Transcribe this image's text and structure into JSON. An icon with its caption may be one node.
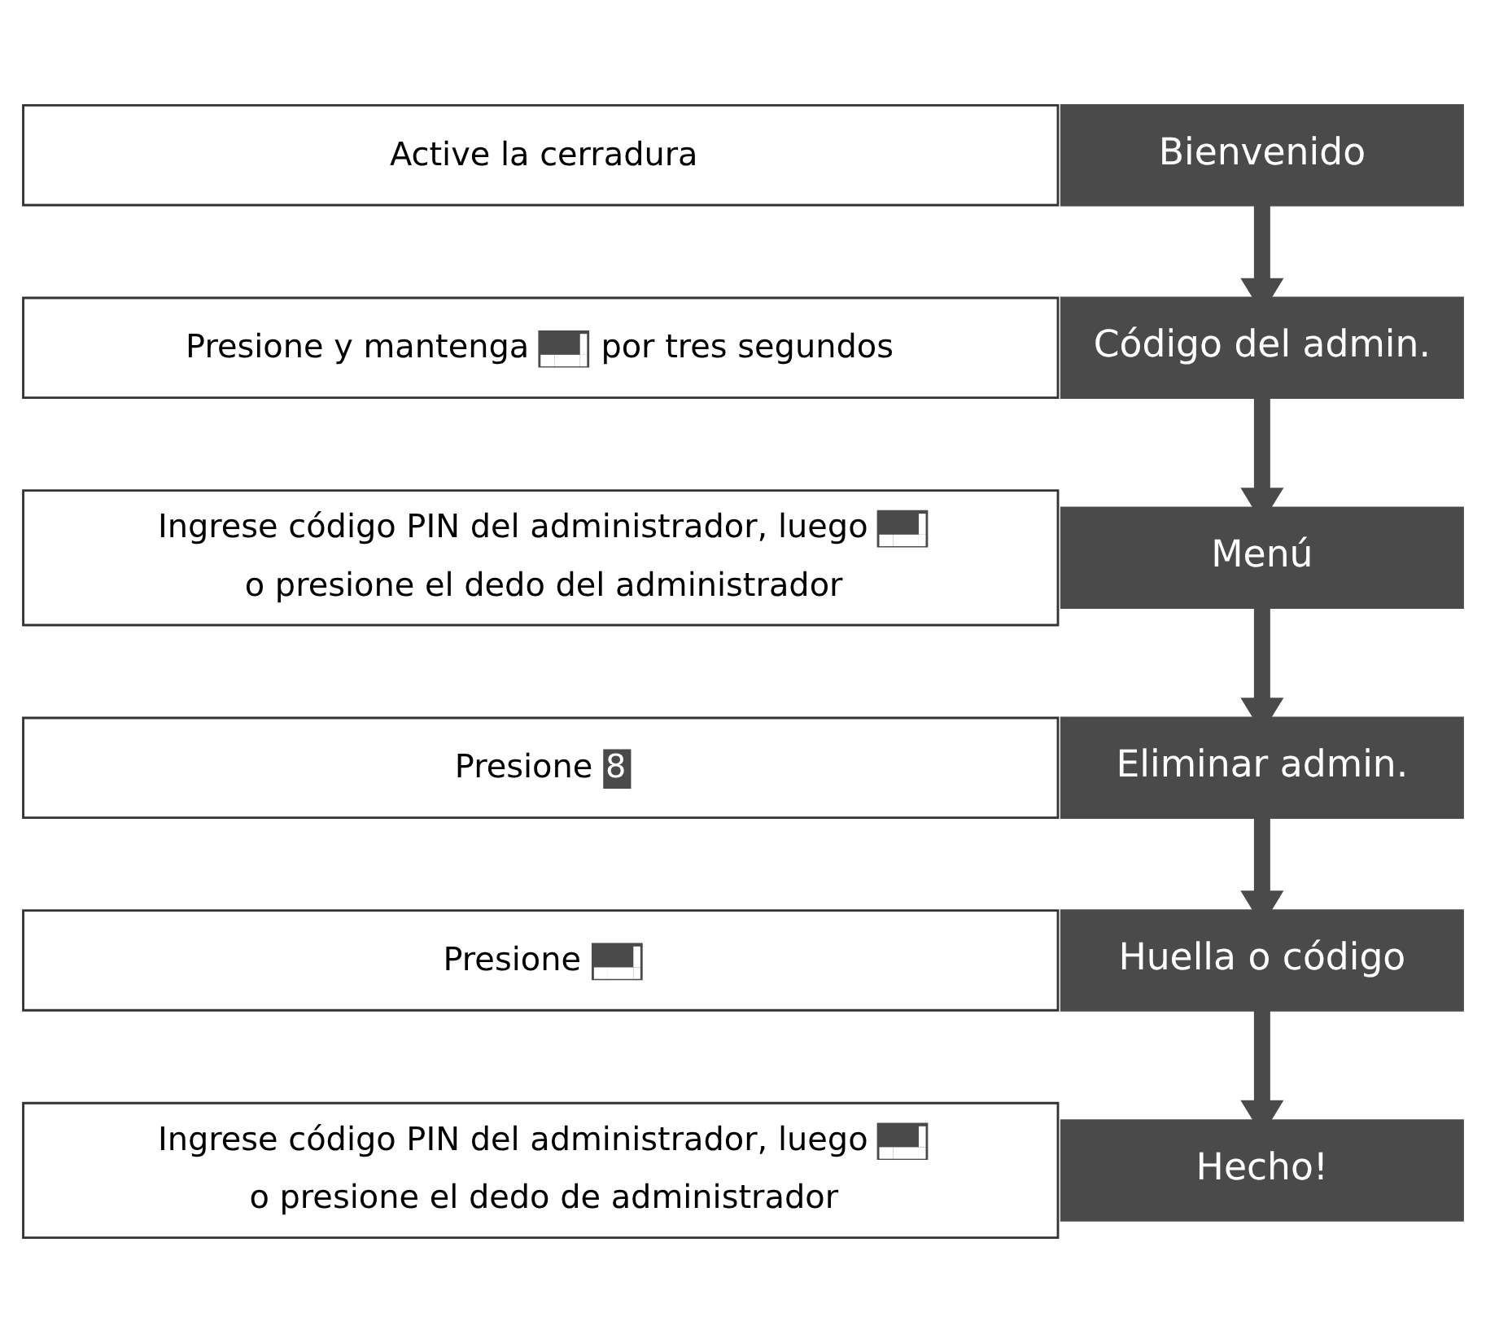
{
  "diagram": {
    "nodes": [
      {
        "text": [
          "Active la cerradura"
        ]
      },
      {
        "text": [
          "Bienvenido"
        ]
      },
      {
        "text": [
          "Presione y mantenga",
          "por tres segundos"
        ]
      },
      {
        "text": [
          "Código del admin."
        ]
      },
      {
        "text": [
          "Ingrese código PIN del administrador, luego",
          "o presione el dedo del administrador"
        ]
      },
      {
        "text": [
          "Menú"
        ]
      },
      {
        "text": [
          "Presione",
          "8"
        ]
      },
      {
        "text": [
          "Eliminar admin."
        ]
      },
      {
        "text": [
          "Presione"
        ]
      },
      {
        "text": [
          "Huella o código"
        ]
      },
      {
        "text": [
          "Ingrese código PIN del administrador, luego",
          "o presione el dedo de administrador"
        ]
      },
      {
        "text": [
          "Hecho!"
        ]
      }
    ],
    "edges": [
      {
        "from": 1,
        "to": 3,
        "arrow": "to"
      },
      {
        "from": 3,
        "to": 5,
        "arrow": "to"
      },
      {
        "from": 5,
        "to": 7,
        "arrow": "to"
      },
      {
        "from": 7,
        "to": 9,
        "arrow": "to"
      },
      {
        "from": 9,
        "to": 11,
        "arrow": "to"
      }
    ]
  }
}
